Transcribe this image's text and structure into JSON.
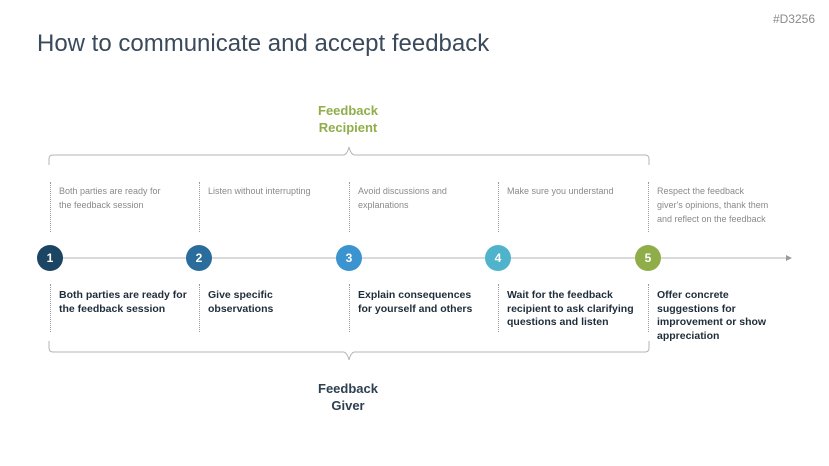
{
  "tag": "#D3256",
  "title": "How to communicate and accept feedback",
  "recipient_label": "Feedback\nRecipient",
  "giver_label": "Feedback\nGiver",
  "steps": [
    {
      "number": "1",
      "color": "#1b4563",
      "top_text": "Both parties are ready for the feedback session",
      "bottom_text": "Both parties are ready for the feedback session"
    },
    {
      "number": "2",
      "color": "#2a6d9c",
      "top_text": "Listen without interrupting",
      "bottom_text": "Give specific observations"
    },
    {
      "number": "3",
      "color": "#3b94d0",
      "top_text": "Avoid discussions and explanations",
      "bottom_text": "Explain consequences for yourself and others"
    },
    {
      "number": "4",
      "color": "#4fb3cc",
      "top_text": "Make sure you understand",
      "bottom_text": "Wait for the feedback recipient to ask clarifying questions and listen"
    },
    {
      "number": "5",
      "color": "#8fae4a",
      "top_text": "Respect the feedback giver's opinions, thank them and reflect on the feedback",
      "bottom_text": "Offer concrete suggestions for improvement or show appreciation"
    }
  ]
}
